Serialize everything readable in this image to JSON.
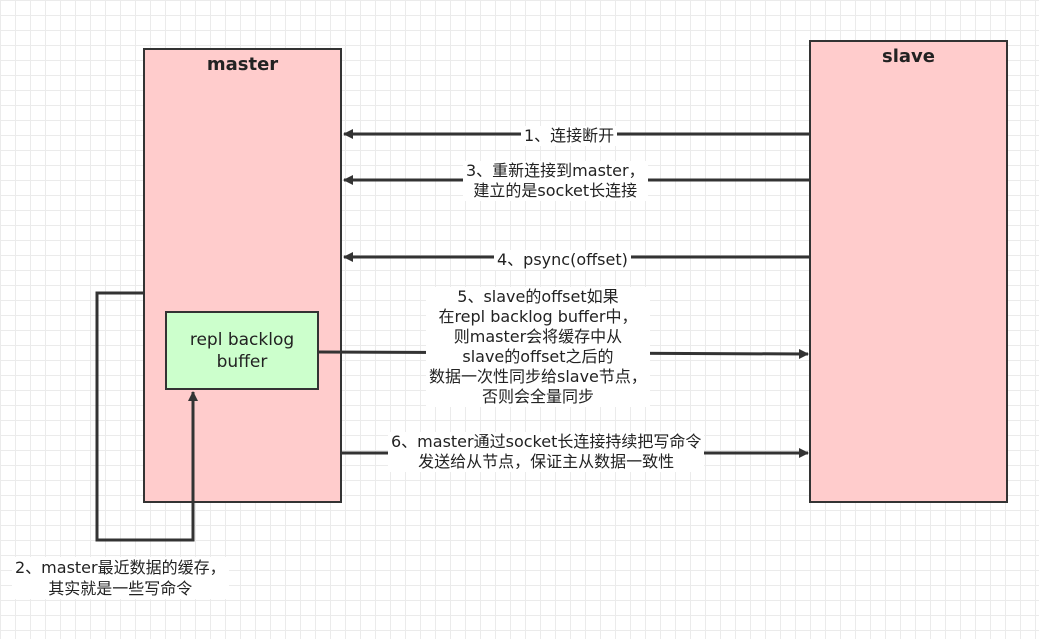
{
  "nodes": {
    "master": {
      "title": "master"
    },
    "slave": {
      "title": "slave"
    },
    "backlog": {
      "label": "repl backlog buffer"
    }
  },
  "edges": [
    {
      "id": "e1",
      "from": "slave",
      "to": "master",
      "label": [
        "1、连接断开"
      ]
    },
    {
      "id": "e3",
      "from": "slave",
      "to": "master",
      "label": [
        "3、重新连接到master，",
        "建立的是socket长连接"
      ]
    },
    {
      "id": "e4",
      "from": "slave",
      "to": "master",
      "label": [
        "4、psync(offset)"
      ]
    },
    {
      "id": "e5",
      "from": "backlog",
      "to": "slave",
      "label": [
        "5、slave的offset如果",
        "在repl backlog buffer中，",
        "则master会将缓存中从",
        "slave的offset之后的",
        "数据一次性同步给slave节点，",
        "否则会全量同步"
      ]
    },
    {
      "id": "e6",
      "from": "master",
      "to": "slave",
      "label": [
        "6、master通过socket长连接持续把写命令",
        "发送给从节点，保证主从数据一致性"
      ]
    },
    {
      "id": "e2",
      "from": "master",
      "to": "backlog",
      "label": [
        "2、master最近数据的缓存，",
        "其实就是一些写命令"
      ]
    }
  ],
  "colors": {
    "node_fill": "#ffcccc",
    "buffer_fill": "#ccffcc",
    "stroke": "#333333",
    "grid": "#ebebeb"
  }
}
